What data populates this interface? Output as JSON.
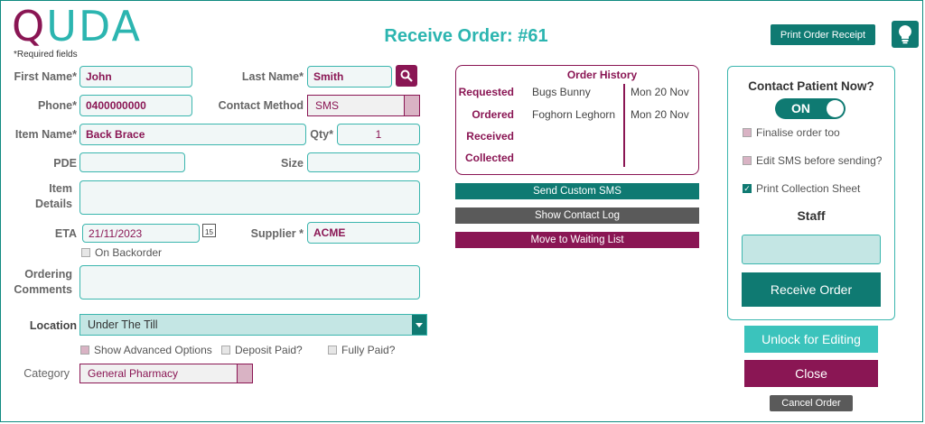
{
  "app": {
    "logo_q": "Q",
    "logo_rest": "UDA",
    "required_note": "*Required fields",
    "title": "Receive Order: #61",
    "print_receipt_label": "Print Order Receipt"
  },
  "form": {
    "first_name_label": "First Name*",
    "first_name_value": "John",
    "last_name_label": "Last Name*",
    "last_name_value": "Smith",
    "phone_label": "Phone*",
    "phone_value": "0400000000",
    "contact_method_label": "Contact Method",
    "contact_method_value": "SMS",
    "item_name_label": "Item Name*",
    "item_name_value": "Back Brace",
    "qty_label": "Qty*",
    "qty_value": "1",
    "pde_label": "PDE",
    "pde_value": "",
    "size_label": "Size",
    "size_value": "",
    "item_details_label_1": "Item",
    "item_details_label_2": "Details",
    "item_details_value": "",
    "eta_label": "ETA",
    "eta_value": "21/11/2023",
    "calendar_day": "15",
    "supplier_label": "Supplier *",
    "supplier_value": "ACME",
    "on_backorder_label": "On Backorder",
    "ordering_comments_label_1": "Ordering",
    "ordering_comments_label_2": "Comments",
    "ordering_comments_value": "",
    "location_label": "Location",
    "location_value": "Under The Till",
    "show_advanced_label": "Show Advanced Options",
    "deposit_paid_label": "Deposit Paid?",
    "fully_paid_label": "Fully Paid?",
    "category_label": "Category",
    "category_value": "General Pharmacy"
  },
  "history": {
    "title": "Order History",
    "rows": [
      {
        "label": "Requested",
        "who": "Bugs Bunny",
        "date": "Mon 20 Nov"
      },
      {
        "label": "Ordered",
        "who": "Foghorn Leghorn",
        "date": "Mon 20 Nov"
      },
      {
        "label": "Received",
        "who": "",
        "date": ""
      },
      {
        "label": "Collected",
        "who": "",
        "date": ""
      }
    ]
  },
  "actions": {
    "send_custom_sms": "Send Custom SMS",
    "show_contact_log": "Show Contact Log",
    "move_to_waiting_list": "Move to Waiting List"
  },
  "contact_panel": {
    "title": "Contact Patient Now?",
    "toggle_label": "ON",
    "finalise_label": "Finalise order too",
    "edit_sms_label": "Edit SMS before sending?",
    "print_collection_label": "Print Collection Sheet",
    "staff_label": "Staff",
    "staff_value": "",
    "receive_order_label": "Receive Order"
  },
  "bottom": {
    "unlock_label": "Unlock for Editing",
    "close_label": "Close",
    "cancel_label": "Cancel Order"
  },
  "colors": {
    "teal": "#0f7a72",
    "light_teal": "#2cb5b0",
    "magenta": "#8a1654",
    "grey_button": "#5a5a5a"
  }
}
